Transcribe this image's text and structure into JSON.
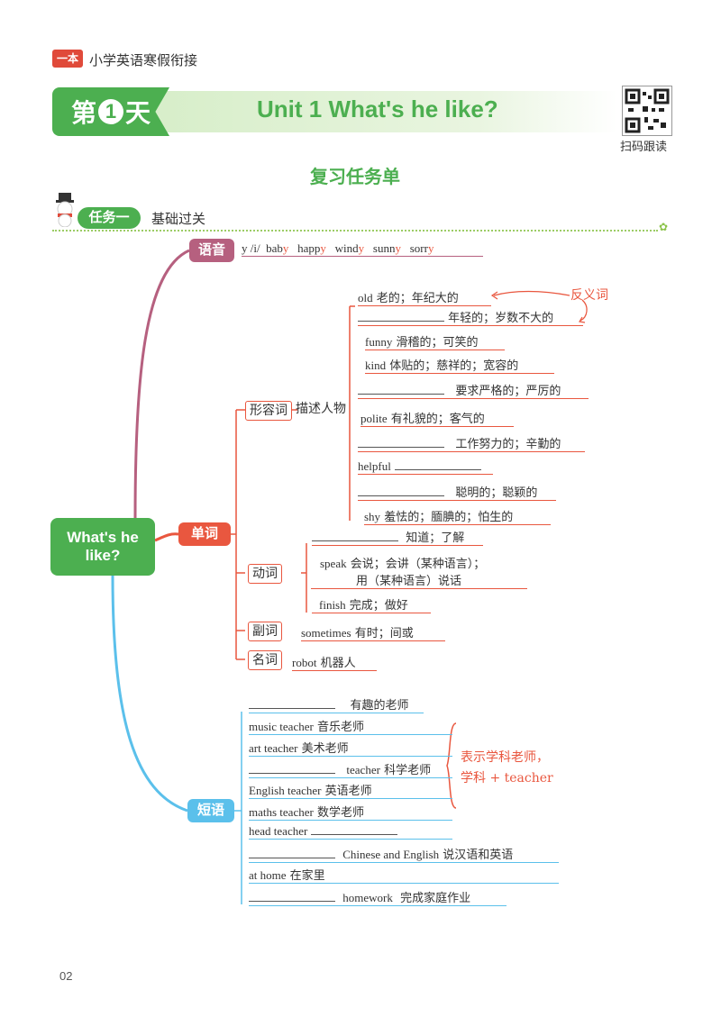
{
  "header": {
    "badge": "一本",
    "series_title": "小学英语寒假衔接"
  },
  "day": {
    "prefix": "第",
    "number": "1",
    "suffix": "天"
  },
  "unit_title": "Unit 1 What's he like?",
  "qr_label": "扫码跟读",
  "subtitle": "复习任务单",
  "task": {
    "label": "任务一",
    "desc": "基础过关"
  },
  "root": "What's he like?",
  "branches": {
    "phonics": "语音",
    "words": "单词",
    "phrases": "短语"
  },
  "phonics_line": {
    "rule": "y /i/",
    "words": [
      "bab",
      "happ",
      "wind",
      "sunn",
      "sorr"
    ],
    "ending": "y"
  },
  "categories": {
    "adj": "形容词",
    "adj_sub": "描述人物",
    "verb": "动词",
    "adv": "副词",
    "noun": "名词"
  },
  "adjectives": [
    {
      "en": "old",
      "cn": "老的；年纪大的"
    },
    {
      "en": "",
      "cn": "年轻的；岁数不大的"
    },
    {
      "en": "funny",
      "cn": "滑稽的；可笑的"
    },
    {
      "en": "kind",
      "cn": "体贴的；慈祥的；宽容的"
    },
    {
      "en": "",
      "cn": "要求严格的；严厉的"
    },
    {
      "en": "polite",
      "cn": "有礼貌的；客气的"
    },
    {
      "en": "",
      "cn": "工作努力的；辛勤的"
    },
    {
      "en": "helpful",
      "cn": ""
    },
    {
      "en": "",
      "cn": "聪明的；聪颖的"
    },
    {
      "en": "shy",
      "cn": "羞怯的；腼腆的；怕生的"
    }
  ],
  "antonym_note": "反义词",
  "verbs": [
    {
      "en": "",
      "cn": "知道；了解"
    },
    {
      "en": "speak",
      "cn": "会说；会讲（某种语言）；",
      "cn2": "用（某种语言）说话"
    },
    {
      "en": "finish",
      "cn": "完成；做好"
    }
  ],
  "adverb": {
    "en": "sometimes",
    "cn": "有时；间或"
  },
  "noun": {
    "en": "robot",
    "cn": "机器人"
  },
  "phrases": [
    {
      "en": "",
      "cn": "有趣的老师"
    },
    {
      "en": "music teacher",
      "cn": "音乐老师"
    },
    {
      "en": "art teacher",
      "cn": "美术老师"
    },
    {
      "en": "teacher",
      "cn": "科学老师",
      "blank_first": true
    },
    {
      "en": "English teacher",
      "cn": "英语老师"
    },
    {
      "en": "maths teacher",
      "cn": "数学老师"
    },
    {
      "en": "head teacher",
      "cn": ""
    },
    {
      "en": "Chinese and English",
      "cn": "说汉语和英语",
      "blank_first": true
    },
    {
      "en": "at home",
      "cn": "在家里"
    },
    {
      "en": "homework",
      "cn": "完成家庭作业",
      "blank_first": true
    }
  ],
  "subject_note": {
    "line1": "表示学科老师，",
    "line2": "学科 + teacher"
  },
  "page_number": "02",
  "colors": {
    "green": "#4caf50",
    "red": "#e9573f",
    "purple": "#b6607f",
    "blue": "#5bc0eb"
  }
}
